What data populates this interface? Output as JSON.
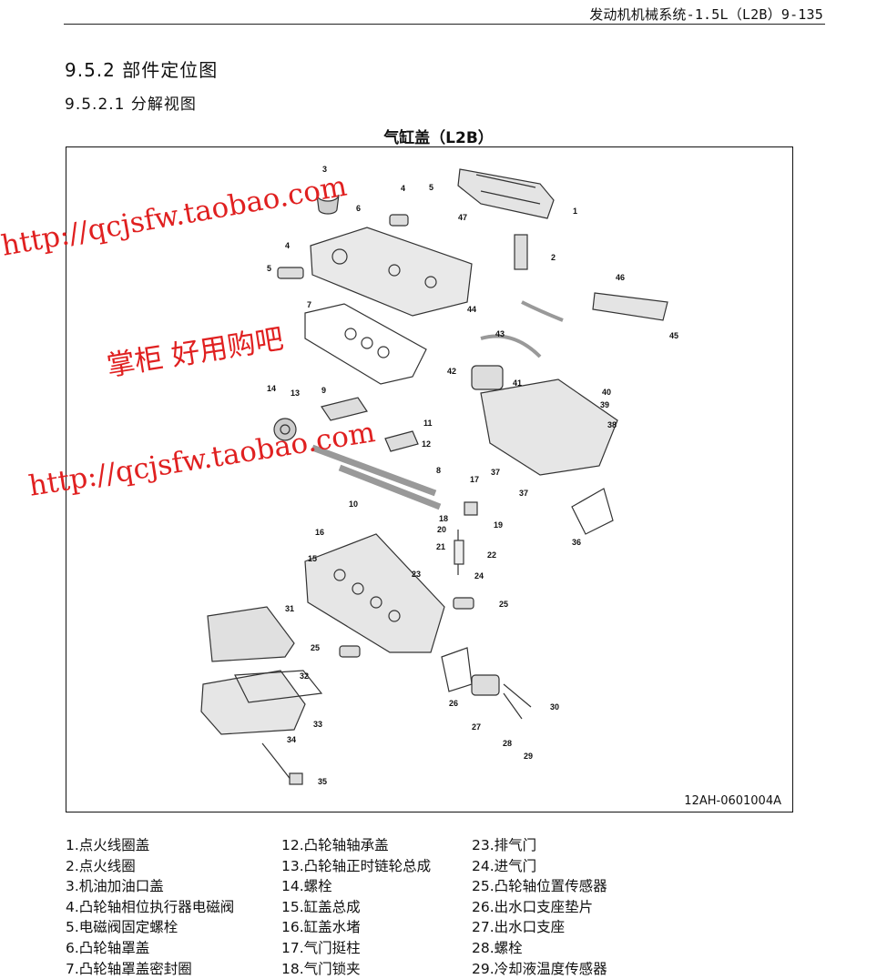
{
  "header": {
    "text": "发动机机械系统-1.5L（L2B）9-135"
  },
  "section": {
    "title": "9.5.2 部件定位图",
    "subtitle": "9.5.2.1 分解视图"
  },
  "figure": {
    "title": "气缸盖（L2B）",
    "code": "12AH-0601004A",
    "callouts": [
      "1",
      "2",
      "3",
      "4",
      "4",
      "5",
      "5",
      "6",
      "7",
      "8",
      "9",
      "10",
      "11",
      "12",
      "13",
      "14",
      "15",
      "16",
      "17",
      "18",
      "19",
      "20",
      "21",
      "22",
      "23",
      "24",
      "25",
      "25",
      "26",
      "27",
      "28",
      "29",
      "30",
      "31",
      "32",
      "33",
      "34",
      "35",
      "36",
      "37",
      "37",
      "38",
      "39",
      "40",
      "41",
      "42",
      "43",
      "44",
      "45",
      "46",
      "47"
    ]
  },
  "watermarks": [
    "http://qcjsfw.taobao.com",
    "掌柜 好用购吧",
    "http://qcjsfw.taobao.com"
  ],
  "legend": {
    "col1": [
      "1.点火线圈盖",
      "2.点火线圈",
      "3.机油加油口盖",
      "4.凸轮轴相位执行器电磁阀",
      "5.电磁阀固定螺栓",
      "6.凸轮轴罩盖",
      "7.凸轮轴罩盖密封圈"
    ],
    "col2": [
      "12.凸轮轴轴承盖",
      "13.凸轮轴正时链轮总成",
      "14.螺栓",
      "15.缸盖总成",
      "16.缸盖水堵",
      "17.气门挺柱",
      "18.气门锁夹"
    ],
    "col3": [
      "23.排气门",
      "24.进气门",
      "25.凸轮轴位置传感器",
      "26.出水口支座垫片",
      "27.出水口支座",
      "28.螺栓",
      "29.冷却液温度传感器"
    ]
  }
}
